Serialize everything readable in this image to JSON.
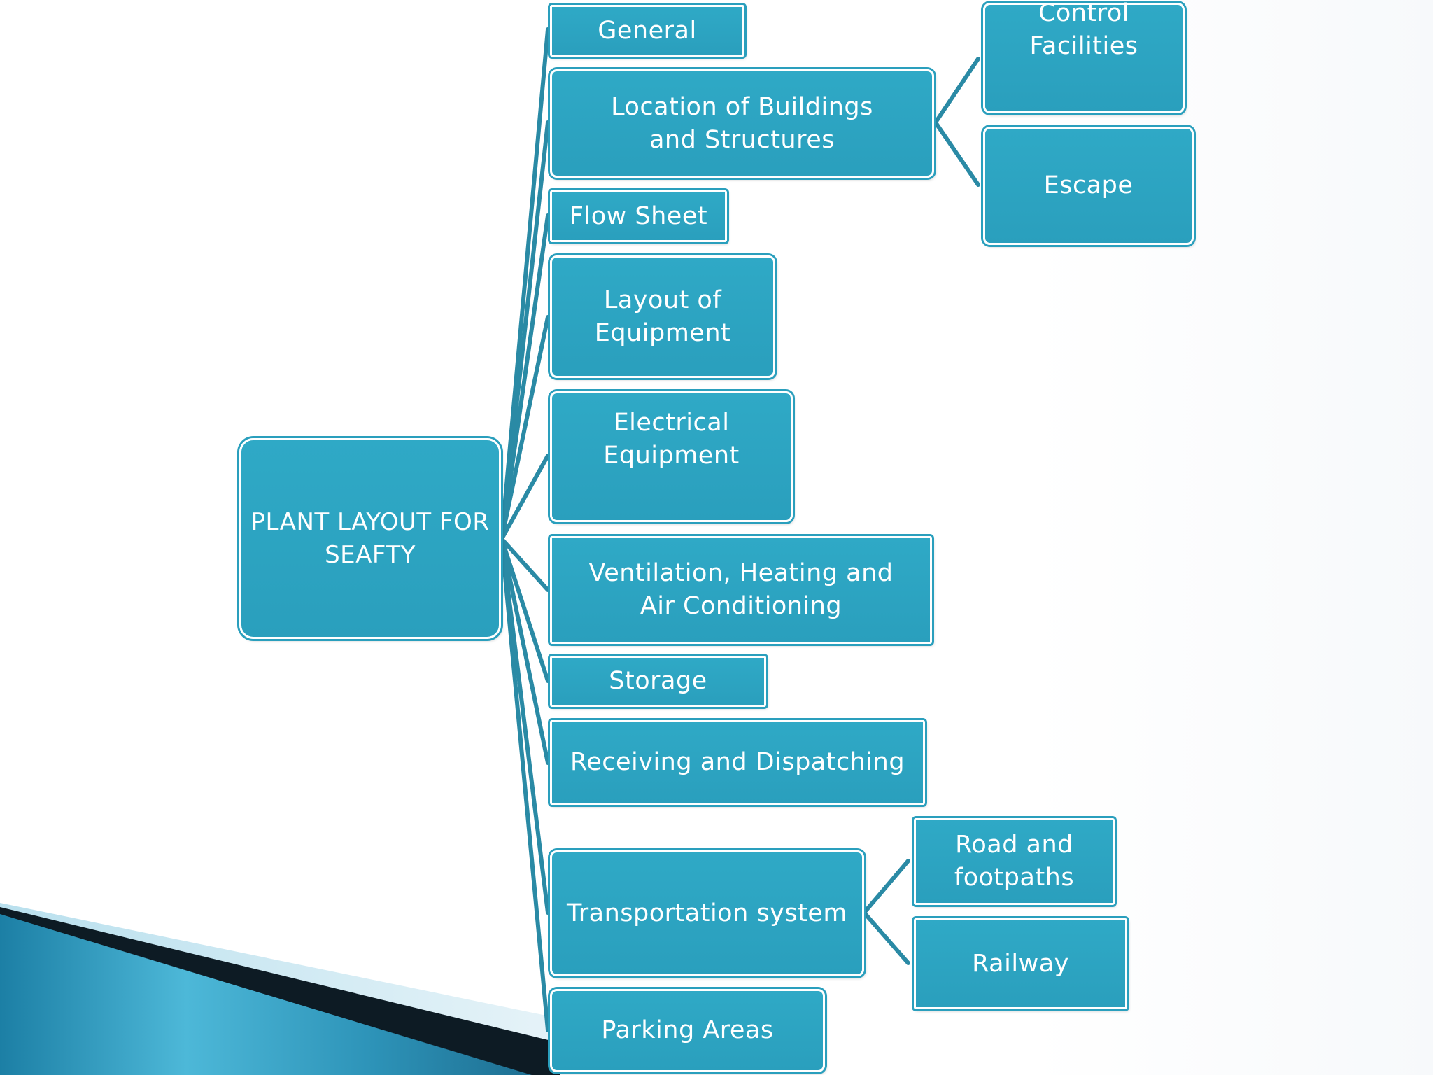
{
  "root": {
    "label": "PLANT LAYOUT FOR SEAFTY"
  },
  "branches": [
    {
      "id": "general",
      "label": "General"
    },
    {
      "id": "location",
      "label": "Location of Buildings and Structures",
      "children": [
        {
          "id": "control",
          "label": "Control Facilities"
        },
        {
          "id": "escape",
          "label": "Escape"
        }
      ]
    },
    {
      "id": "flow",
      "label": "Flow Sheet"
    },
    {
      "id": "equipment",
      "label": "Layout of Equipment"
    },
    {
      "id": "electrical",
      "label": "Electrical Equipment"
    },
    {
      "id": "ventilation",
      "label": "Ventilation, Heating and Air Conditioning"
    },
    {
      "id": "storage",
      "label": "Storage"
    },
    {
      "id": "receiving",
      "label": "Receiving and Dispatching"
    },
    {
      "id": "transport",
      "label": "Transportation system",
      "children": [
        {
          "id": "road",
          "label": "Road and footpaths"
        },
        {
          "id": "railway",
          "label": "Railway"
        }
      ]
    },
    {
      "id": "parking",
      "label": "Parking Areas"
    }
  ],
  "colors": {
    "node_fill": "#2ba4c2",
    "node_border": "#2a9fbd",
    "connector": "#2a8aa5",
    "text": "#ffffff"
  }
}
